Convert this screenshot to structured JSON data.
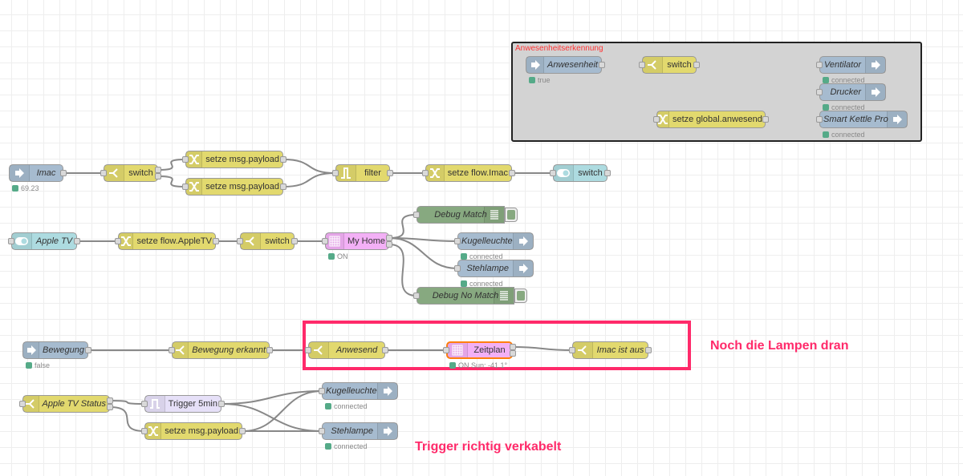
{
  "group": {
    "label": "Anwesenheitserkennung",
    "label_color": "#ff3333"
  },
  "comments": {
    "lampen": "Noch die Lampen dran",
    "trigger": "Trigger richtig verkabelt",
    "color": "#ff2a6a"
  },
  "colors": {
    "input": "#a6bbcf",
    "function": "#e2d96e",
    "toggle": "#addbe0",
    "schedule": "#f3b0f6",
    "debug": "#87a980",
    "trigger": "#e6e0f8",
    "status_ok": "#55aa88"
  },
  "nodes": [
    {
      "id": "anwesenheit",
      "label": "Anwesenheit",
      "kind": "input",
      "icon": "arrow-icon",
      "italic": true,
      "status": "true"
    },
    {
      "id": "g_switch",
      "label": "switch",
      "kind": "function",
      "icon": "switch-icon"
    },
    {
      "id": "setze_global",
      "label": "setze global.anwesend",
      "kind": "function",
      "icon": "change-icon"
    },
    {
      "id": "ventilator",
      "label": "Ventilator",
      "kind": "output",
      "icon": "arrow-icon",
      "italic": true,
      "status": "connected"
    },
    {
      "id": "drucker",
      "label": "Drucker",
      "kind": "output",
      "icon": "arrow-icon",
      "italic": true,
      "status": "connected"
    },
    {
      "id": "kettle",
      "label": "Smart Kettle Pro",
      "kind": "output",
      "icon": "arrow-icon",
      "italic": true,
      "status": "connected"
    },
    {
      "id": "imac",
      "label": "Imac",
      "kind": "input",
      "icon": "arrow-icon",
      "italic": true,
      "status": "69.23"
    },
    {
      "id": "imac_switch",
      "label": "switch",
      "kind": "function",
      "icon": "switch-icon"
    },
    {
      "id": "payload1",
      "label": "setze msg.payload",
      "kind": "function",
      "icon": "change-icon"
    },
    {
      "id": "payload2",
      "label": "setze msg.payload",
      "kind": "function",
      "icon": "change-icon"
    },
    {
      "id": "filter",
      "label": "filter",
      "kind": "function",
      "icon": "filter-icon"
    },
    {
      "id": "flow_imac",
      "label": "setze flow.Imac",
      "kind": "function",
      "icon": "change-icon"
    },
    {
      "id": "toggle_switch",
      "label": "switch",
      "kind": "toggle",
      "icon": "toggle-icon"
    },
    {
      "id": "appletv",
      "label": "Apple TV",
      "kind": "toggle",
      "icon": "toggle-icon",
      "italic": true
    },
    {
      "id": "flow_appletv",
      "label": "setze flow.AppleTV",
      "kind": "function",
      "icon": "change-icon"
    },
    {
      "id": "atv_switch",
      "label": "switch",
      "kind": "function",
      "icon": "switch-icon"
    },
    {
      "id": "myhome",
      "label": "My Home",
      "kind": "schedule",
      "icon": "calendar-icon",
      "status": "ON"
    },
    {
      "id": "debug_match",
      "label": "Debug Match",
      "kind": "debug",
      "icon": "debug-icon",
      "italic": true
    },
    {
      "id": "kugel1",
      "label": "Kugelleuchte",
      "kind": "output",
      "icon": "arrow-icon",
      "italic": true,
      "status": "connected"
    },
    {
      "id": "steh1",
      "label": "Stehlampe",
      "kind": "output",
      "icon": "arrow-icon",
      "italic": true,
      "status": "connected"
    },
    {
      "id": "debug_nomatch",
      "label": "Debug No Match",
      "kind": "debug",
      "icon": "debug-icon",
      "italic": true
    },
    {
      "id": "bewegung",
      "label": "Bewegung",
      "kind": "input",
      "icon": "arrow-icon",
      "italic": true,
      "status": "false"
    },
    {
      "id": "bew_erkannt",
      "label": "Bewegung erkannt",
      "kind": "function",
      "icon": "switch-icon",
      "italic": true
    },
    {
      "id": "anwesend",
      "label": "Anwesend",
      "kind": "function",
      "icon": "switch-icon",
      "italic": true
    },
    {
      "id": "zeitplan",
      "label": "Zeitplan",
      "kind": "schedule",
      "icon": "calendar-icon",
      "status": "ON Sun: -41.1°",
      "selected": true
    },
    {
      "id": "imac_aus",
      "label": "Imac ist aus",
      "kind": "function",
      "icon": "switch-icon",
      "italic": true
    },
    {
      "id": "atv_status",
      "label": "Apple TV Status",
      "kind": "function",
      "icon": "switch-icon",
      "italic": true
    },
    {
      "id": "trigger",
      "label": "Trigger 5min",
      "kind": "trigger",
      "icon": "trigger-icon"
    },
    {
      "id": "payload3",
      "label": "setze msg.payload",
      "kind": "function",
      "icon": "change-icon"
    },
    {
      "id": "kugel2",
      "label": "Kugelleuchte",
      "kind": "output",
      "icon": "arrow-icon",
      "italic": true,
      "status": "connected"
    },
    {
      "id": "steh2",
      "label": "Stehlampe",
      "kind": "output",
      "icon": "arrow-icon",
      "italic": true,
      "status": "connected"
    }
  ]
}
